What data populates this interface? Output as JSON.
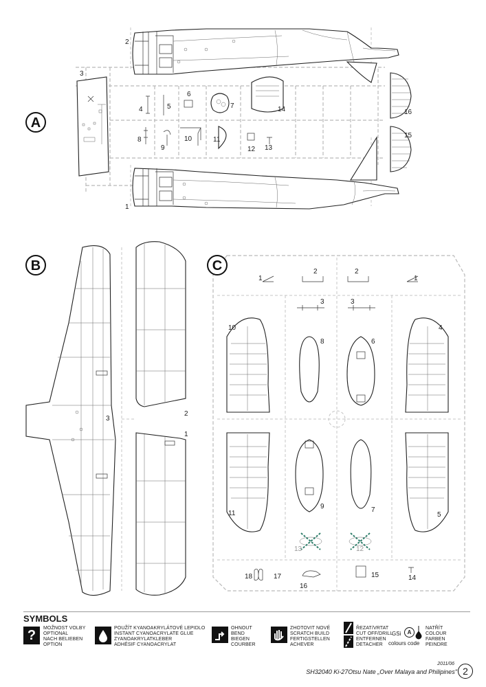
{
  "sections": {
    "a": "A",
    "b": "B",
    "c": "C"
  },
  "parts_a": [
    "1",
    "2",
    "3",
    "4",
    "5",
    "6",
    "7",
    "8",
    "9",
    "10",
    "11",
    "12",
    "13",
    "14",
    "15",
    "16"
  ],
  "parts_b": [
    "1",
    "2",
    "3"
  ],
  "parts_c": [
    "1",
    "2",
    "3",
    "4",
    "5",
    "6",
    "7",
    "8",
    "9",
    "10",
    "11",
    "12",
    "13",
    "14",
    "15",
    "16",
    "17",
    "18"
  ],
  "symbols": {
    "title": "SYMBOLS",
    "optional": [
      "MOŽNOST VOLBY",
      "OPTIONAL",
      "NACH BELIEBEN",
      "OPTION"
    ],
    "glue": [
      "POUŽÍT KYANOAKRYLÁTOVÉ LEPIDLO",
      "INSTANT CYANOACRYLATE GLUE",
      "ZYANOAKRYLATKLEBER",
      "ADHÉSIF CYANOACRYLAT"
    ],
    "bend": [
      "OHNOUT",
      "BEND",
      "BIEGEN",
      "COURBER"
    ],
    "scratch": [
      "ZHOTOVIT NOVÉ",
      "SCRATCH BUILD",
      "FERTIGSTELLEN",
      "ACHEVER"
    ],
    "cut": [
      "ŘEZAT/VRTAT",
      "CUT OFF/DRILL",
      "ENTFERNEN",
      "DETACHER"
    ],
    "gsi": "GSi",
    "gsi_letter": "A",
    "colours_code": "colours code",
    "colour": [
      "NATŘÍT",
      "COLOUR",
      "FARBEN",
      "PEINDRE"
    ],
    "optional_icon": "?"
  },
  "footer": {
    "date": "2011/06",
    "title": "SH32040  Ki-27Otsu  Nate „Over Malaya and Philipines\"",
    "page": "2"
  }
}
